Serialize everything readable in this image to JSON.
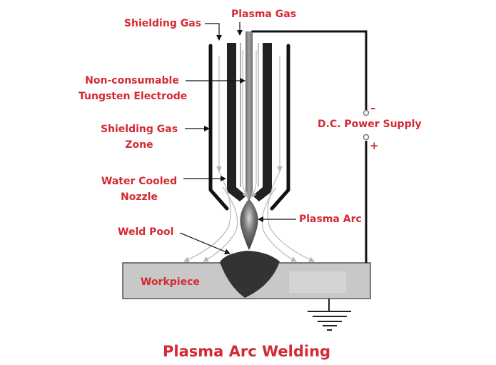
{
  "title": "Plasma Arc Welding",
  "labels": {
    "shielding_gas": "Shielding Gas",
    "plasma_gas": "Plasma Gas",
    "electrode_line1": "Non-consumable",
    "electrode_line2": "Tungsten Electrode",
    "shielding_zone_line1": "Shielding Gas",
    "shielding_zone_line2": "Zone",
    "nozzle_line1": "Water Cooled",
    "nozzle_line2": "Nozzle",
    "weld_pool": "Weld Pool",
    "plasma_arc": "Plasma Arc",
    "workpiece": "Workpiece",
    "power_supply": "D.C. Power Supply",
    "negative": "–",
    "positive": "+"
  },
  "colors": {
    "label": "#d42a33",
    "workpiece": "#c8c8c8",
    "nozzle": "#222222",
    "electrode": "#8a8a8a",
    "gas_flow": "#bdbdbd"
  }
}
